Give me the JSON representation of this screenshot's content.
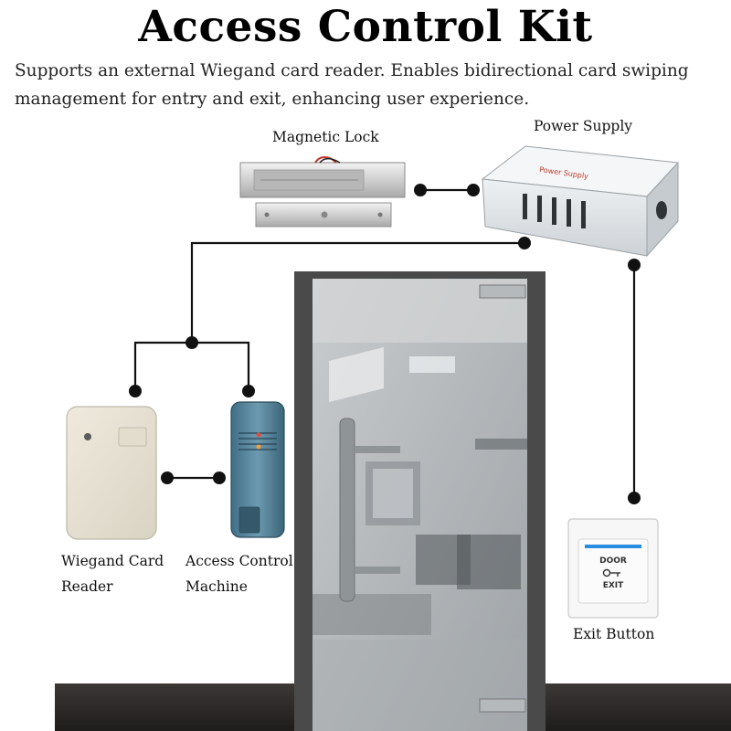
{
  "title": "Access Control Kit",
  "subtitle": "Supports an external Wiegand card reader. Enables bidirectional card swiping management for entry and exit, enhancing user experience.",
  "components": {
    "magnetic_lock": "Magnetic Lock",
    "power_supply": "Power Supply",
    "power_supply_sticker": "Power Supply",
    "wiegand_reader_line1": "Wiegand Card",
    "wiegand_reader_line2": "Reader",
    "access_machine_line1": "Access Control",
    "access_machine_line2": "Machine",
    "exit_button": "Exit Button",
    "exit_plate_top": "DOOR",
    "exit_plate_bottom": "EXIT"
  },
  "colors": {
    "wire": "#111111",
    "door_frame": "#4a4a4a",
    "floor": "#2d2b2a",
    "exit_led": "#2a8de0"
  }
}
